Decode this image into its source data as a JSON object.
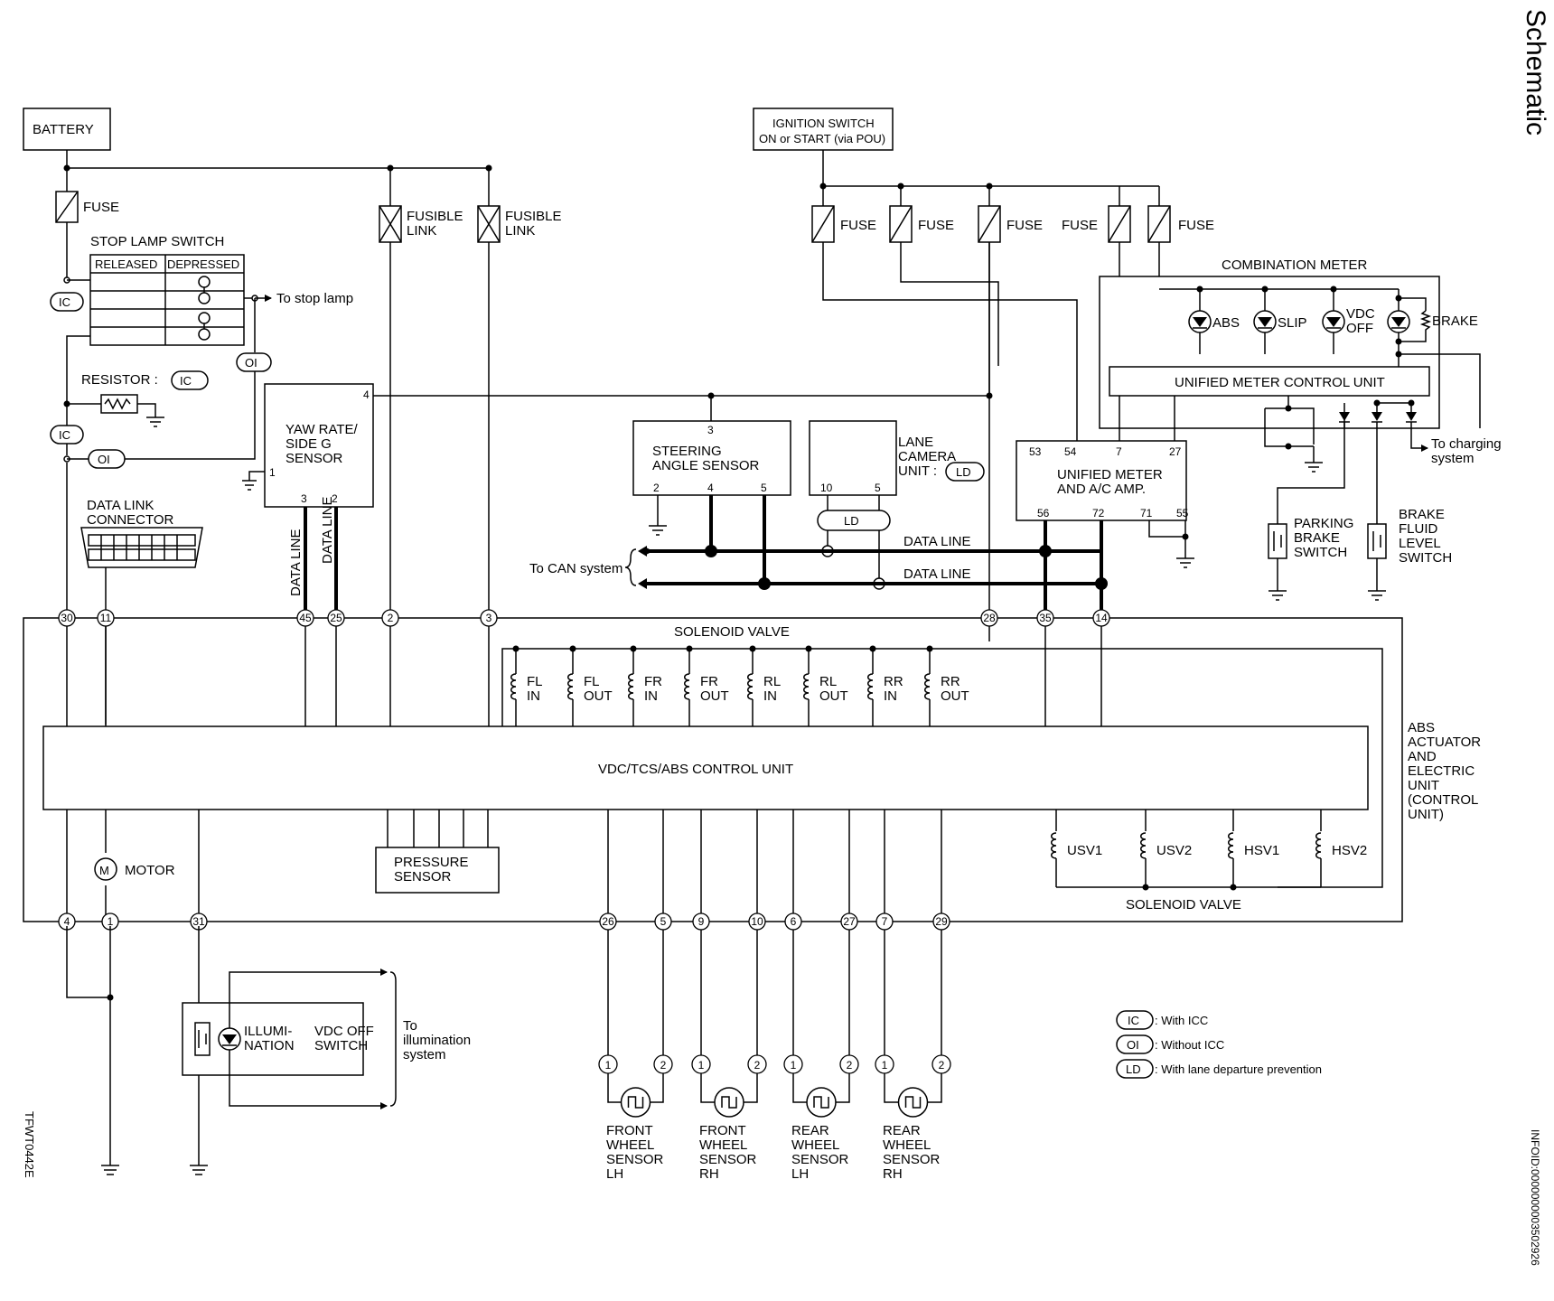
{
  "title": "Schematic",
  "figure_code": "TFWT0442E",
  "info_id": "INFOID:0000000003502926",
  "labels": {
    "battery": "BATTERY",
    "ignition_l1": "IGNITION SWITCH",
    "ignition_l2": "ON or START (via POU)",
    "fuse": "FUSE",
    "fusible_link_l1": "FUSIBLE",
    "fusible_link_l2": "LINK",
    "stop_lamp_switch": "STOP LAMP SWITCH",
    "released": "RELEASED",
    "depressed": "DEPRESSED",
    "to_stop_lamp": "To stop lamp",
    "resistor": "RESISTOR :",
    "ic": "IC",
    "oi": "OI",
    "ld": "LD",
    "yaw_l1": "YAW RATE/",
    "yaw_l2": "SIDE G",
    "yaw_l3": "SENSOR",
    "dlc_l1": "DATA LINK",
    "dlc_l2": "CONNECTOR",
    "data_line": "DATA LINE",
    "steering_l1": "STEERING",
    "steering_l2": "ANGLE SENSOR",
    "lane_l1": "LANE",
    "lane_l2": "CAMERA",
    "lane_l3": "UNIT :",
    "to_can": "To CAN system",
    "combination_meter": "COMBINATION METER",
    "abs": "ABS",
    "slip": "SLIP",
    "vdc_l1": "VDC",
    "vdc_l2": "OFF",
    "brake": "BRAKE",
    "umcu": "UNIFIED METER CONTROL UNIT",
    "uma_l1": "UNIFIED METER",
    "uma_l2": "AND A/C AMP.",
    "to_charging_l1": "To charging",
    "to_charging_l2": "system",
    "parking_l1": "PARKING",
    "parking_l2": "BRAKE",
    "parking_l3": "SWITCH",
    "bfl_l1": "BRAKE",
    "bfl_l2": "FLUID",
    "bfl_l3": "LEVEL",
    "bfl_l4": "SWITCH",
    "solenoid_valve": "SOLENOID VALVE",
    "control_unit": "VDC/TCS/ABS CONTROL UNIT",
    "abs_unit": [
      "ABS",
      "ACTUATOR",
      "AND",
      "ELECTRIC",
      "UNIT",
      "(CONTROL",
      " UNIT)"
    ],
    "motor": "MOTOR",
    "pressure_l1": "PRESSURE",
    "pressure_l2": "SENSOR",
    "illum_l1": "ILLUMI-",
    "illum_l2": "NATION",
    "vdcsw_l1": "VDC OFF",
    "vdcsw_l2": "SWITCH",
    "to_illum_l1": "To",
    "to_illum_l2": "illumination",
    "to_illum_l3": "system",
    "legend_ic": ": With ICC",
    "legend_oi": ": Without ICC",
    "legend_ld": ": With lane departure prevention"
  },
  "solenoids_top": [
    [
      "FL",
      "IN"
    ],
    [
      "FL",
      "OUT"
    ],
    [
      "FR",
      "IN"
    ],
    [
      "FR",
      "OUT"
    ],
    [
      "RL",
      "IN"
    ],
    [
      "RL",
      "OUT"
    ],
    [
      "RR",
      "IN"
    ],
    [
      "RR",
      "OUT"
    ]
  ],
  "solenoids_bottom": [
    "USV1",
    "USV2",
    "HSV1",
    "HSV2"
  ],
  "pins": {
    "top": [
      "30",
      "11",
      "45",
      "25",
      "2",
      "3",
      "28",
      "35",
      "14"
    ],
    "bottom": [
      "4",
      "1",
      "31",
      "26",
      "5",
      "9",
      "10",
      "6",
      "27",
      "7",
      "29"
    ],
    "yaw": [
      "4",
      "1",
      "3",
      "2"
    ],
    "steering": [
      "3",
      "2",
      "4",
      "5"
    ],
    "lane": [
      "10",
      "5"
    ],
    "uma_top": [
      "53",
      "54",
      "7",
      "27"
    ],
    "uma_bot": [
      "56",
      "72",
      "71",
      "55"
    ]
  },
  "wheel_sensors": [
    [
      "FRONT",
      "WHEEL",
      "SENSOR",
      "LH"
    ],
    [
      "FRONT",
      "WHEEL",
      "SENSOR",
      "RH"
    ],
    [
      "REAR",
      "WHEEL",
      "SENSOR",
      "LH"
    ],
    [
      "REAR",
      "WHEEL",
      "SENSOR",
      "RH"
    ]
  ],
  "wheel_pins": [
    "1",
    "2"
  ]
}
